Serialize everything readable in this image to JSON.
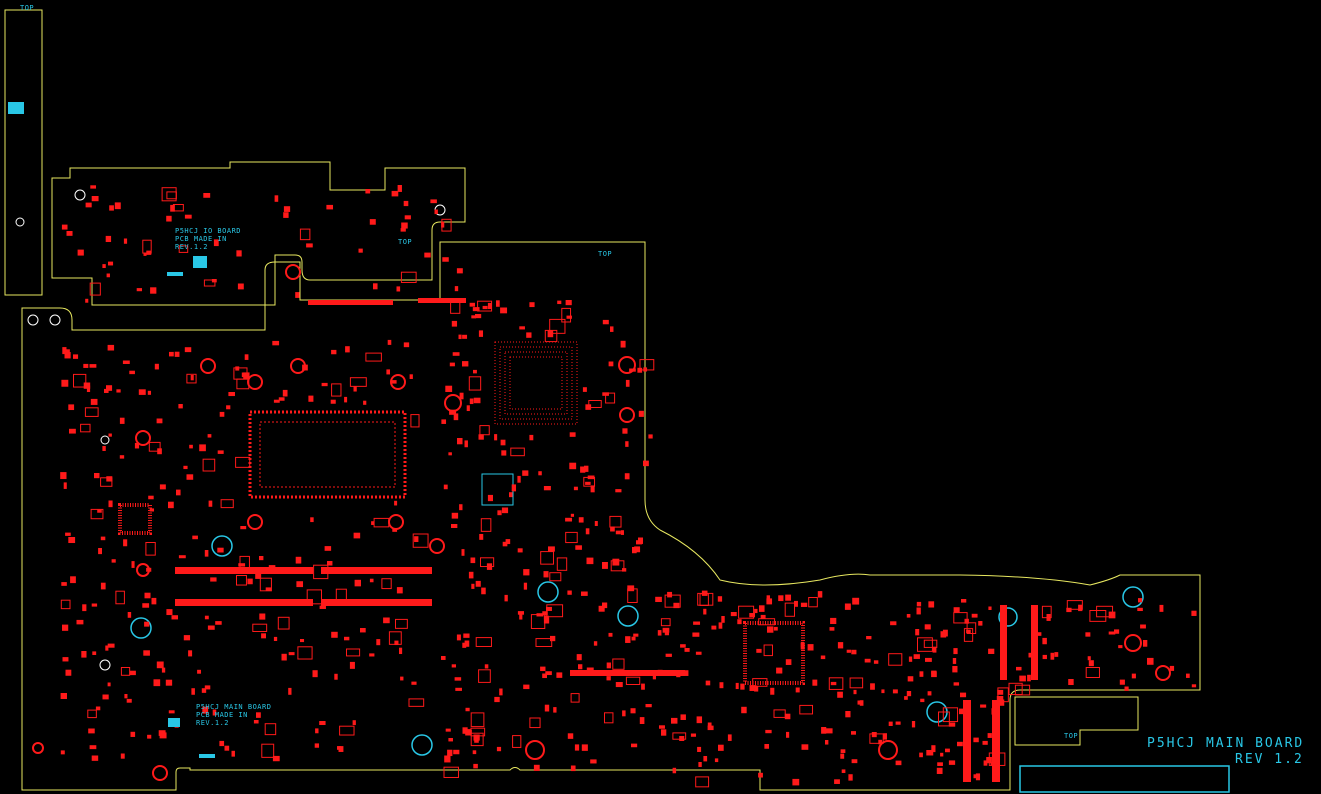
{
  "labels": {
    "top_left": "TOP",
    "io_top": "TOP",
    "main_top": "TOP",
    "sub_top": "TOP",
    "io_board_name": "P5HCJ IO BOARD",
    "io_made_in": "PCB MADE IN",
    "io_rev": "REV.1.2",
    "main_small_name": "P5HCJ MAIN BOARD",
    "main_small_made_in": "PCB MADE IN",
    "main_small_rev": "REV.1.2",
    "main_title": "P5HCJ MAIN BOARD",
    "main_rev": "REV 1.2"
  },
  "colors": {
    "outline": "#e8e860",
    "component": "#ff1a1a",
    "silk": "#29c7e6",
    "background": "#000000"
  }
}
